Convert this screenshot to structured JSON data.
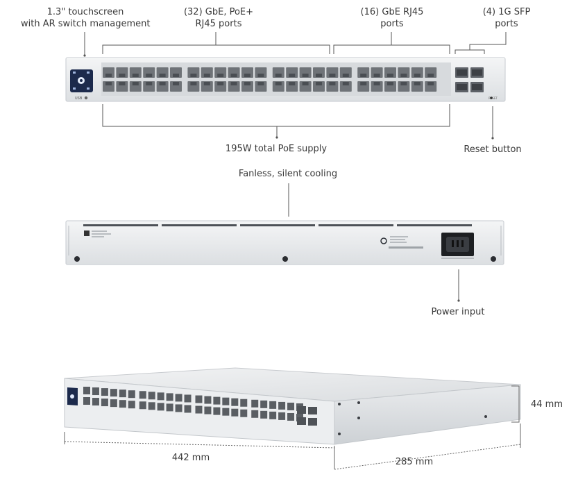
{
  "labels": {
    "touchscreen": [
      "1.3\" touchscreen",
      "with AR switch management"
    ],
    "poe_ports": [
      "(32) GbE, PoE+",
      "RJ45 ports"
    ],
    "gbe_ports": [
      "(16) GbE RJ45",
      "ports"
    ],
    "sfp_ports": [
      "(4) 1G SFP",
      "ports"
    ],
    "poe_supply": "195W total PoE supply",
    "reset": "Reset button",
    "cooling": "Fanless, silent cooling",
    "power": "Power input",
    "height": "44 mm",
    "width": "442 mm",
    "depth": "285 mm"
  },
  "front_panel": {
    "usb_text": "USB",
    "reset_text": "RESET",
    "rj45_port_count": 48,
    "sfp_port_count": 4
  },
  "colors": {
    "chassis": "#e8eaec",
    "port": "#6f7378",
    "screen": "#1c2a4c",
    "annotation_line": "#555555"
  }
}
